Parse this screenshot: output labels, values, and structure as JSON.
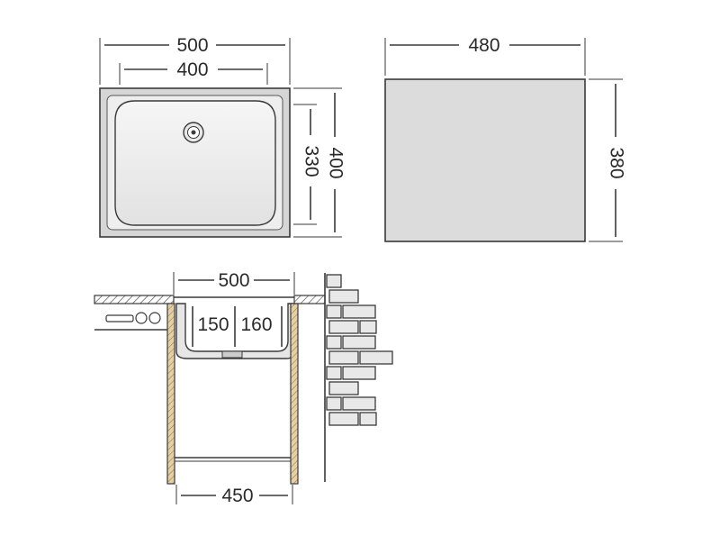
{
  "top_view": {
    "outer_width": "500",
    "inner_width": "400",
    "inner_depth": "330",
    "outer_depth": "400"
  },
  "cutout": {
    "width": "480",
    "depth": "380"
  },
  "section": {
    "width": "500",
    "bowl_left": "150",
    "bowl_right": "160",
    "cabinet_width": "450"
  },
  "colors": {
    "stroke": "#3a3a3a",
    "sink_fill": "#d9d9d9",
    "sink_inner": "#f2f2f2",
    "cutout_fill": "#dcdcdc",
    "wood_fill": "#e6cfa3",
    "brick_fill": "#e4e4e4"
  }
}
